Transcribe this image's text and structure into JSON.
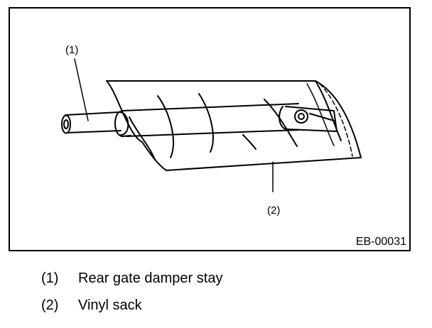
{
  "figure": {
    "callouts": [
      "(1)",
      "(2)"
    ],
    "code": "EB-00031"
  },
  "legend": [
    {
      "num": "(1)",
      "text": "Rear gate damper stay"
    },
    {
      "num": "(2)",
      "text": "Vinyl sack"
    }
  ]
}
